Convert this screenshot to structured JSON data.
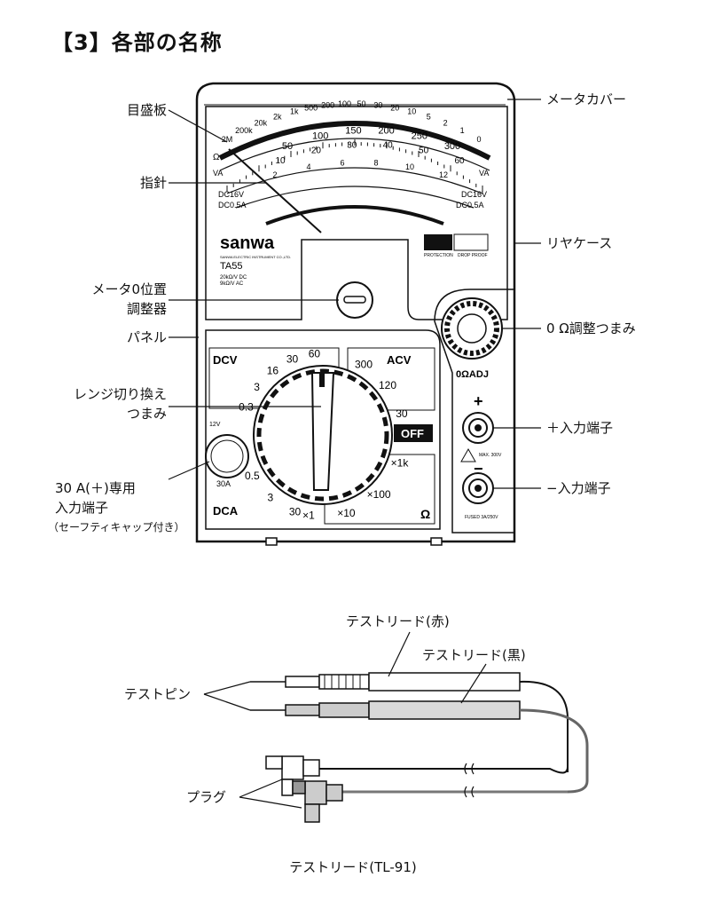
{
  "heading": "【3】各部の名称",
  "meter": {
    "brand": "sanwa",
    "brand_sub": "SANWA ELECTRIC INSTRUMENT CO.,LTD.",
    "model": "TA55",
    "spec_line1": "20kΩ/V DC",
    "spec_line2": "9kΩ/V AC",
    "ohm_scale": [
      "2M",
      "200k",
      "20k",
      "2k",
      "1k",
      "500",
      "200",
      "100",
      "50",
      "30",
      "20",
      "10",
      "5",
      "2",
      "1",
      "0"
    ],
    "dcv_scale_top": [
      "50",
      "100",
      "150",
      "200",
      "250",
      "300"
    ],
    "dcv_scale_mid": [
      "10",
      "20",
      "30",
      "40",
      "50",
      "60"
    ],
    "dcv_scale_low": [
      "2",
      "4",
      "6",
      "8",
      "10",
      "12"
    ],
    "va_label": "VA",
    "dc16v": "DC16V",
    "dc05a": "DC0.5A",
    "protection_label": "PROTECTION",
    "drop_proof": "DROP PROOF",
    "zero_adj": "0ΩADJ",
    "off": "OFF",
    "dcv": "DCV",
    "acv": "ACV",
    "dca": "DCA",
    "ohm": "Ω",
    "ranges_dcv": [
      "0.3",
      "3",
      "16",
      "30",
      "60"
    ],
    "ranges_acv": [
      "300",
      "120",
      "30"
    ],
    "ranges_dca": [
      "0.5",
      "3",
      "30"
    ],
    "ranges_ohm": [
      "×1k",
      "×100",
      "×10",
      "×1"
    ],
    "a30": "30A",
    "v12": "12V",
    "max_label": "MAX. 300V",
    "fused": "FUSED 3A/250V",
    "plus": "+",
    "minus": "−"
  },
  "labels": {
    "scale_plate": "目盛板",
    "pointer": "指針",
    "zero_pos_line1": "メータ0位置",
    "zero_pos_line2": "調整器",
    "panel": "パネル",
    "range_line1": "レンジ切り換え",
    "range_line2": "つまみ",
    "a30_line1": "30 A(＋)専用",
    "a30_line2": "入力端子",
    "a30_line3": "（セーフティキャップ付き）",
    "meter_cover": "メータカバー",
    "rear_case": "リヤケース",
    "zero_ohm_knob": "0 Ω調整つまみ",
    "plus_terminal": "＋入力端子",
    "minus_terminal": "−入力端子"
  },
  "leads": {
    "red": "テストリード(赤)",
    "black": "テストリード(黒)",
    "pin": "テストピン",
    "plug": "プラグ",
    "caption": "テストリード(TL-91)"
  }
}
